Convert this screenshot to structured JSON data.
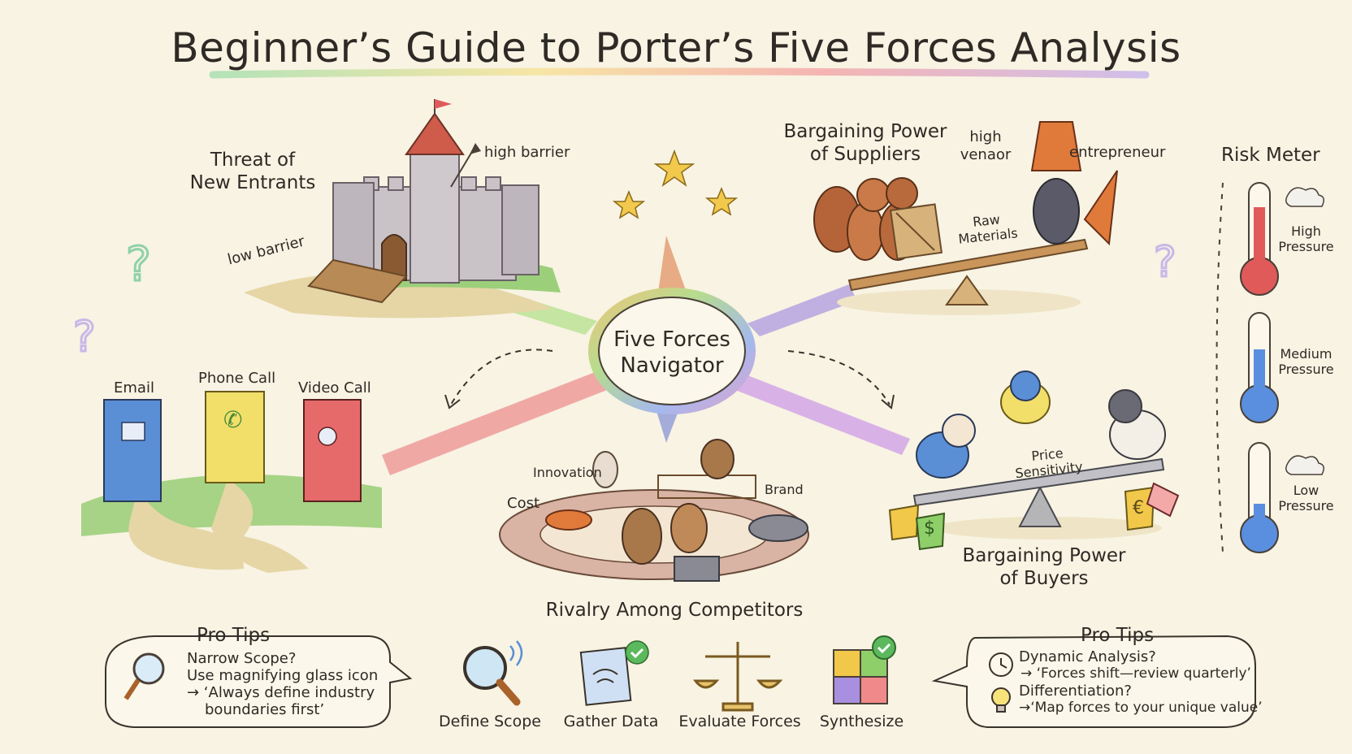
{
  "title": "Beginner’s Guide to Porter’s Five Forces Analysis",
  "hub": {
    "line1": "Five Forces",
    "line2": "Navigator"
  },
  "new_entrants": {
    "title_line1": "Threat of",
    "title_line2": "New Entrants",
    "high_barrier": "high barrier",
    "low_barrier": "low barrier"
  },
  "suppliers": {
    "title_line1": "Bargaining Power",
    "title_line2": "of Suppliers",
    "high_vendor_line1": "high",
    "high_vendor_line2": "venaor",
    "entrepreneur": "entrepreneur",
    "raw_line1": "Raw",
    "raw_line2": "Materials"
  },
  "substitutes": {
    "email": "Email",
    "phone": "Phone Call",
    "video": "Video Call"
  },
  "rivalry": {
    "title": "Rivalry Among Competitors",
    "innovation": "Innovation",
    "cost": "Cost",
    "brand": "Brand"
  },
  "buyers": {
    "title_line1": "Bargaining Power",
    "title_line2": "of Buyers",
    "price_line1": "Price",
    "price_line2": "Sensitivity"
  },
  "risk_meter": {
    "title": "Risk Meter",
    "high_line1": "High",
    "high_line2": "Pressure",
    "medium_line1": "Medium",
    "medium_line2": "Pressure",
    "low_line1": "Low",
    "low_line2": "Pressure"
  },
  "pro_tips_left": {
    "title": "Pro Tips",
    "line1": "Narrow Scope?",
    "line2": "Use magnifying glass icon",
    "line3": "→ ‘Always define industry",
    "line4": "boundaries first’"
  },
  "steps": [
    {
      "label": "Define Scope",
      "icon": "magnifying-glass-icon"
    },
    {
      "label": "Gather Data",
      "icon": "notepad-check-icon"
    },
    {
      "label": "Evaluate Forces",
      "icon": "balance-scale-icon"
    },
    {
      "label": "Synthesize",
      "icon": "puzzle-icon"
    }
  ],
  "pro_tips_right": {
    "title": "Pro Tips",
    "line1": "Dynamic Analysis?",
    "line2": "→ ‘Forces shift—review quarterly’",
    "line3": "Differentiation?",
    "line4": "→‘Map forces to your unique value’"
  },
  "colors": {
    "background": "#f8f3e3",
    "ray_green": "#bfe39a",
    "ray_purple": "#b8a8e0",
    "ray_red": "#ef9a9a",
    "ray_blue": "#a7c8f0",
    "thermo_red": "#e05a5a",
    "thermo_blue": "#5a8fe0"
  }
}
